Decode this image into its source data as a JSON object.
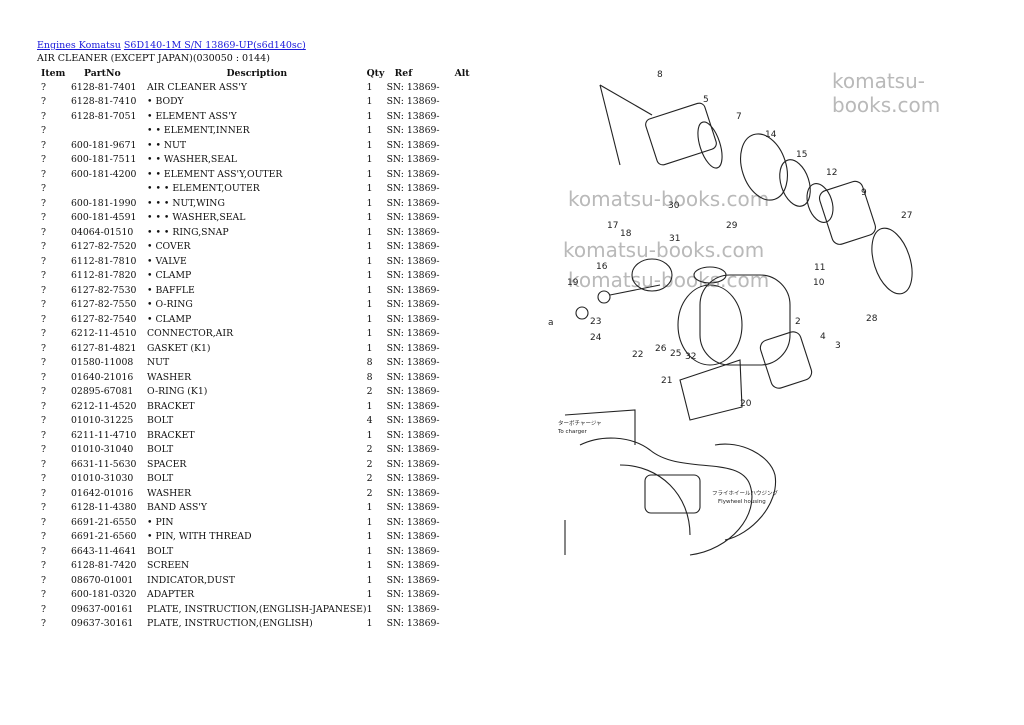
{
  "breadcrumb": {
    "link1": "Engines Komatsu",
    "link2": "S6D140-1M S/N 13869-UP(s6d140sc)"
  },
  "subtitle": "AIR CLEANER (EXCEPT JAPAN)(030050 : 0144)",
  "table": {
    "headers": [
      "Item",
      "PartNo",
      "Description",
      "Qty",
      "Ref",
      "Alt"
    ],
    "rows": [
      [
        "?",
        "6128-81-7401",
        "AIR CLEANER ASS'Y",
        "1",
        "SN: 13869-",
        ""
      ],
      [
        "?",
        "6128-81-7410",
        "• BODY",
        "1",
        "SN: 13869-",
        ""
      ],
      [
        "?",
        "6128-81-7051",
        "• ELEMENT ASS'Y",
        "1",
        "SN: 13869-",
        ""
      ],
      [
        "?",
        "",
        "• • ELEMENT,INNER",
        "1",
        "SN: 13869-",
        ""
      ],
      [
        "?",
        "600-181-9671",
        "• • NUT",
        "1",
        "SN: 13869-",
        ""
      ],
      [
        "?",
        "600-181-7511",
        "• • WASHER,SEAL",
        "1",
        "SN: 13869-",
        ""
      ],
      [
        "?",
        "600-181-4200",
        "• • ELEMENT ASS'Y,OUTER",
        "1",
        "SN: 13869-",
        ""
      ],
      [
        "?",
        "",
        "• • • ELEMENT,OUTER",
        "1",
        "SN: 13869-",
        ""
      ],
      [
        "?",
        "600-181-1990",
        "• • • NUT,WING",
        "1",
        "SN: 13869-",
        ""
      ],
      [
        "?",
        "600-181-4591",
        "• • • WASHER,SEAL",
        "1",
        "SN: 13869-",
        ""
      ],
      [
        "?",
        "04064-01510",
        "• • • RING,SNAP",
        "1",
        "SN: 13869-",
        ""
      ],
      [
        "?",
        "6127-82-7520",
        "• COVER",
        "1",
        "SN: 13869-",
        ""
      ],
      [
        "?",
        "6112-81-7810",
        "• VALVE",
        "1",
        "SN: 13869-",
        ""
      ],
      [
        "?",
        "6112-81-7820",
        "• CLAMP",
        "1",
        "SN: 13869-",
        ""
      ],
      [
        "?",
        "6127-82-7530",
        "• BAFFLE",
        "1",
        "SN: 13869-",
        ""
      ],
      [
        "?",
        "6127-82-7550",
        "• O-RING",
        "1",
        "SN: 13869-",
        ""
      ],
      [
        "?",
        "6127-82-7540",
        "• CLAMP",
        "1",
        "SN: 13869-",
        ""
      ],
      [
        "?",
        "6212-11-4510",
        "CONNECTOR,AIR",
        "1",
        "SN: 13869-",
        ""
      ],
      [
        "?",
        "6127-81-4821",
        "GASKET (K1)",
        "1",
        "SN: 13869-",
        ""
      ],
      [
        "?",
        "01580-11008",
        "NUT",
        "8",
        "SN: 13869-",
        ""
      ],
      [
        "?",
        "01640-21016",
        "WASHER",
        "8",
        "SN: 13869-",
        ""
      ],
      [
        "?",
        "02895-67081",
        "O-RING (K1)",
        "2",
        "SN: 13869-",
        ""
      ],
      [
        "?",
        "6212-11-4520",
        "BRACKET",
        "1",
        "SN: 13869-",
        ""
      ],
      [
        "?",
        "01010-31225",
        "BOLT",
        "4",
        "SN: 13869-",
        ""
      ],
      [
        "?",
        "6211-11-4710",
        "BRACKET",
        "1",
        "SN: 13869-",
        ""
      ],
      [
        "?",
        "01010-31040",
        "BOLT",
        "2",
        "SN: 13869-",
        ""
      ],
      [
        "?",
        "6631-11-5630",
        "SPACER",
        "2",
        "SN: 13869-",
        ""
      ],
      [
        "?",
        "01010-31030",
        "BOLT",
        "2",
        "SN: 13869-",
        ""
      ],
      [
        "?",
        "01642-01016",
        "WASHER",
        "2",
        "SN: 13869-",
        ""
      ],
      [
        "?",
        "6128-11-4380",
        "BAND ASS'Y",
        "1",
        "SN: 13869-",
        ""
      ],
      [
        "?",
        "6691-21-6550",
        "• PIN",
        "1",
        "SN: 13869-",
        ""
      ],
      [
        "?",
        "6691-21-6560",
        "• PIN, WITH THREAD",
        "1",
        "SN: 13869-",
        ""
      ],
      [
        "?",
        "6643-11-4641",
        "BOLT",
        "1",
        "SN: 13869-",
        ""
      ],
      [
        "?",
        "6128-81-7420",
        "SCREEN",
        "1",
        "SN: 13869-",
        ""
      ],
      [
        "?",
        "08670-01001",
        "INDICATOR,DUST",
        "1",
        "SN: 13869-",
        ""
      ],
      [
        "?",
        "600-181-0320",
        "ADAPTER",
        "1",
        "SN: 13869-",
        ""
      ],
      [
        "?",
        "09637-00161",
        "PLATE, INSTRUCTION,(ENGLISH-JAPANESE)",
        "1",
        "SN: 13869-",
        ""
      ],
      [
        "?",
        "09637-30161",
        "PLATE, INSTRUCTION,(ENGLISH)",
        "1",
        "SN: 13869-",
        ""
      ]
    ]
  },
  "watermark": "komatsu-books.com",
  "diagram": {
    "callouts": [
      "8",
      "5",
      "7",
      "14",
      "15",
      "12",
      "9",
      "27",
      "30",
      "29",
      "17",
      "18",
      "31",
      "16",
      "11",
      "10",
      "19",
      "28",
      "a",
      "23",
      "2",
      "24",
      "4",
      "3",
      "22",
      "26",
      "25",
      "32",
      "21",
      "20"
    ],
    "notes": {
      "jp_left": "ターボチャージャ",
      "en_left": "To charger",
      "jp_right": "フライホイールハウジング",
      "en_right": "Flywheel housing"
    }
  }
}
